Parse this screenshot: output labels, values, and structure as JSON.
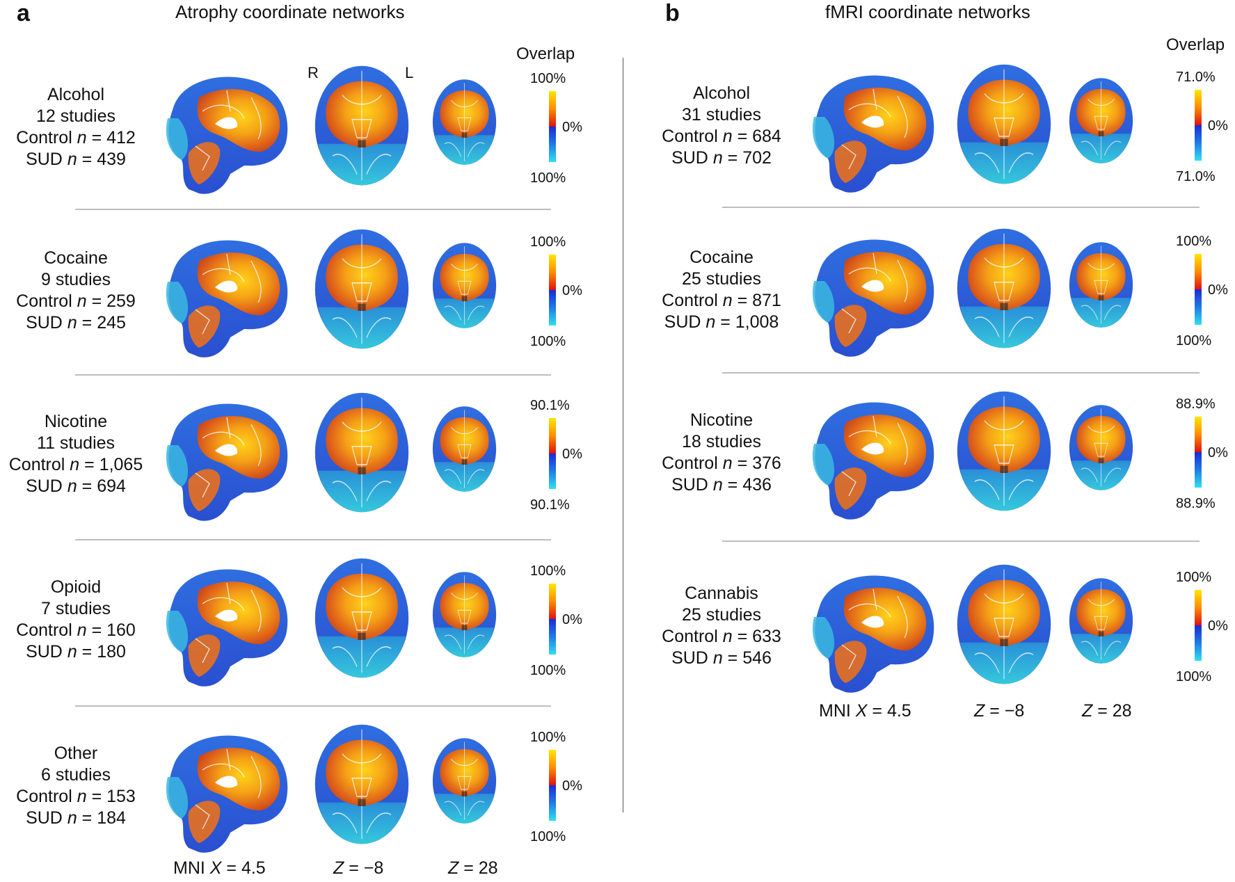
{
  "panels": [
    {
      "letter": "a",
      "title": "Atrophy coordinate networks",
      "overlap_label": "Overlap",
      "orientation": {
        "right": "R",
        "left": "L"
      },
      "coords": {
        "x_prefix": "MNI ",
        "x_var": "X",
        "x_val": " = 4.5",
        "z1_var": "Z",
        "z1_val": " = −8",
        "z2_var": "Z",
        "z2_val": " = 28"
      },
      "rows": [
        {
          "substance": "Alcohol",
          "studies": "12 studies",
          "control_prefix": "Control ",
          "n1": "n",
          "control_val": " = 412",
          "sud_prefix": "SUD ",
          "n2": "n",
          "sud_val": " = 439",
          "top": "100%",
          "mid": "0%",
          "bottom": "100%"
        },
        {
          "substance": "Cocaine",
          "studies": "9 studies",
          "control_prefix": "Control ",
          "n1": "n",
          "control_val": " = 259",
          "sud_prefix": "SUD ",
          "n2": "n",
          "sud_val": " = 245",
          "top": "100%",
          "mid": "0%",
          "bottom": "100%"
        },
        {
          "substance": "Nicotine",
          "studies": "11 studies",
          "control_prefix": "Control ",
          "n1": "n",
          "control_val": " = 1,065",
          "sud_prefix": "SUD ",
          "n2": "n",
          "sud_val": " = 694",
          "top": "90.1%",
          "mid": "0%",
          "bottom": "90.1%"
        },
        {
          "substance": "Opioid",
          "studies": "7 studies",
          "control_prefix": "Control ",
          "n1": "n",
          "control_val": " = 160",
          "sud_prefix": "SUD ",
          "n2": "n",
          "sud_val": " = 180",
          "top": "100%",
          "mid": "0%",
          "bottom": "100%"
        },
        {
          "substance": "Other",
          "studies": "6 studies",
          "control_prefix": "Control ",
          "n1": "n",
          "control_val": " = 153",
          "sud_prefix": "SUD ",
          "n2": "n",
          "sud_val": " = 184",
          "top": "100%",
          "mid": "0%",
          "bottom": "100%"
        }
      ]
    },
    {
      "letter": "b",
      "title": "fMRI coordinate networks",
      "overlap_label": "Overlap",
      "coords": {
        "x_prefix": "MNI ",
        "x_var": "X",
        "x_val": " = 4.5",
        "z1_var": "Z",
        "z1_val": " = −8",
        "z2_var": "Z",
        "z2_val": " = 28"
      },
      "rows": [
        {
          "substance": "Alcohol",
          "studies": "31 studies",
          "control_prefix": "Control ",
          "n1": "n",
          "control_val": " = 684",
          "sud_prefix": "SUD ",
          "n2": "n",
          "sud_val": " = 702",
          "top": "71.0%",
          "mid": "0%",
          "bottom": "71.0%"
        },
        {
          "substance": "Cocaine",
          "studies": "25 studies",
          "control_prefix": "Control ",
          "n1": "n",
          "control_val": " = 871",
          "sud_prefix": "SUD ",
          "n2": "n",
          "sud_val": " = 1,008",
          "top": "100%",
          "mid": "0%",
          "bottom": "100%"
        },
        {
          "substance": "Nicotine",
          "studies": "18 studies",
          "control_prefix": "Control ",
          "n1": "n",
          "control_val": " = 376",
          "sud_prefix": "SUD ",
          "n2": "n",
          "sud_val": " = 436",
          "top": "88.9%",
          "mid": "0%",
          "bottom": "88.9%"
        },
        {
          "substance": "Cannabis",
          "studies": "25 studies",
          "control_prefix": "Control ",
          "n1": "n",
          "control_val": " = 633",
          "sud_prefix": "SUD ",
          "n2": "n",
          "sud_val": " = 546",
          "top": "100%",
          "mid": "0%",
          "bottom": "100%"
        }
      ]
    }
  ],
  "colors": {
    "pos_high": "#ffe600",
    "pos_mid": "#ff7a00",
    "zero_pos": "#e01010",
    "zero_neg": "#1a2bd6",
    "neg_high": "#2fe0f0",
    "separator": "#bdbdbd"
  }
}
